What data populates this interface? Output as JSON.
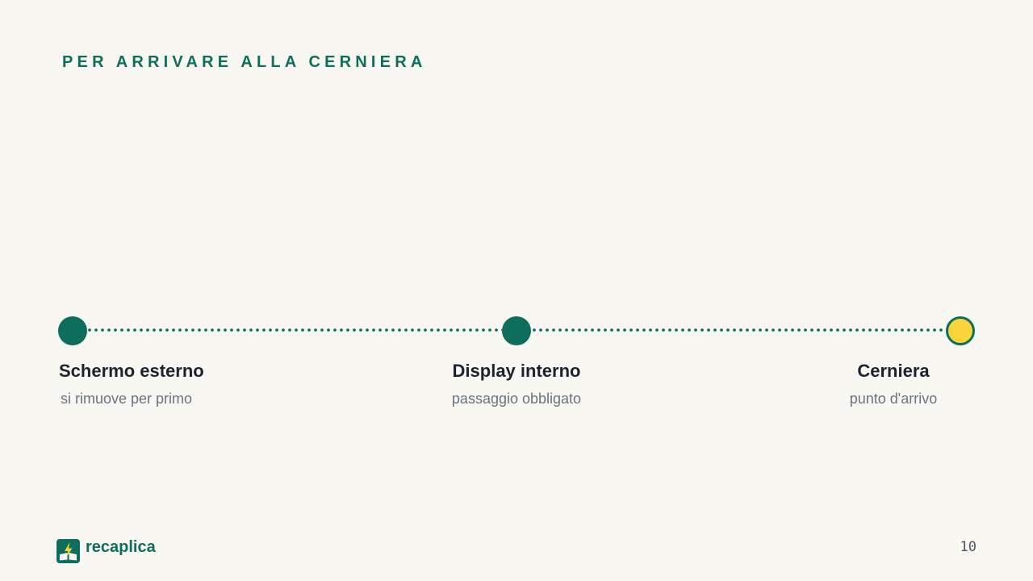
{
  "slide": {
    "title": "PER ARRIVARE ALLA CERNIERA",
    "page_number": "10"
  },
  "timeline": {
    "steps": [
      {
        "label": "Schermo esterno",
        "sublabel": "si rimuove per primo",
        "state": "done"
      },
      {
        "label": "Display interno",
        "sublabel": "passaggio obbligato",
        "state": "done"
      },
      {
        "label": "Cerniera",
        "sublabel": "punto d'arrivo",
        "state": "target"
      }
    ]
  },
  "brand": {
    "name": "recaplica",
    "icon": "book-lightning-icon"
  },
  "colors": {
    "accent": "#0e6e5c",
    "highlight": "#f9d43a",
    "background": "#f8f7f2",
    "text": "#1c2230",
    "muted": "#6b7280"
  }
}
